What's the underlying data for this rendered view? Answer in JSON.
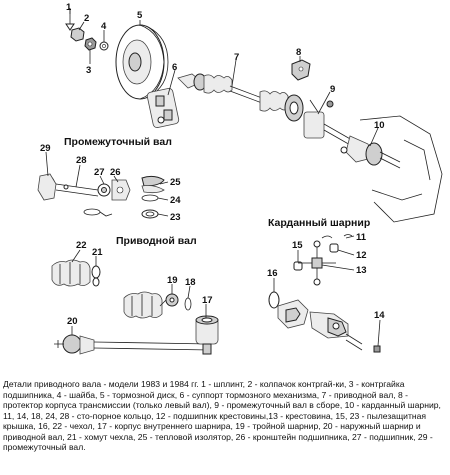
{
  "labels": {
    "section_intermediate": "Промежуточный вал",
    "section_drive": "Приводной вал",
    "section_cardan": "Карданный шарнир"
  },
  "callouts": [
    "1",
    "2",
    "3",
    "4",
    "5",
    "6",
    "7",
    "8",
    "9",
    "10",
    "11",
    "12",
    "13",
    "14",
    "15",
    "16",
    "17",
    "18",
    "19",
    "20",
    "21",
    "22",
    "23",
    "24",
    "25",
    "26",
    "27",
    "28",
    "29"
  ],
  "caption": "Детали приводного вала - модели 1983 и 1984 гг. 1 - шплинт, 2 - колпачок контргай-ки, 3 - контргайка подшипника, 4 - шайба, 5 - тормозной диск, 6 - суппорт тормозного механизма, 7 - приводной вал, 8 - протектор корпуса трансмиссии (только левый вал), 9 - промежуточный вал в сборе, 10 - карданный шарнир, 11, 14, 18, 24, 28 - сто-порное кольцо, 12 - подшипник крестовины,13 - крестовина, 15, 23 - пылезащитная крышка, 16, 22 - чехол, 17 - корпус внутреннего шарнира, 19 - тройной шарнир, 20 - наружный шарнир и приводной вал, 21 - хомут чехла, 25 - тепловой изолятор, 26 - кронштейн подшипника, 27 - подшипник, 29 - промежуточный вал."
}
